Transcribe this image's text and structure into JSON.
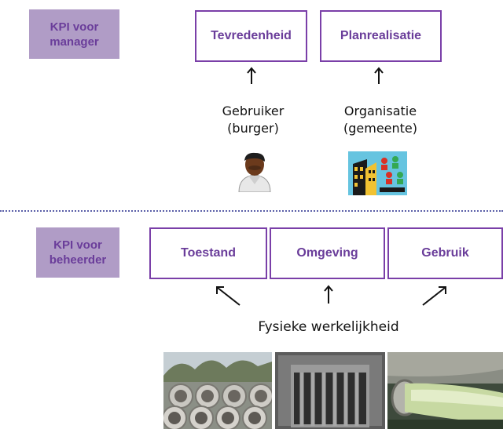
{
  "top": {
    "role_label": "KPI voor manager",
    "kpis": [
      "Tevredenheid",
      "Planrealisatie"
    ],
    "user_caption_line1": "Gebruiker",
    "user_caption_line2": "(burger)",
    "org_caption_line1": "Organisatie",
    "org_caption_line2": "(gemeente)",
    "icons": [
      "person-icon",
      "organisation-icon"
    ]
  },
  "bottom": {
    "role_label": "KPI voor beheerder",
    "kpis": [
      "Toestand",
      "Omgeving",
      "Gebruik"
    ],
    "caption": "Fysieke werkelijkheid",
    "photos": [
      "concrete-pipes-photo",
      "drain-grate-photo",
      "pipe-outflow-photo"
    ]
  },
  "colors": {
    "label_fill": "#b09cc6",
    "label_text": "#6a3d9a",
    "box_border": "#7a3fa8",
    "divider": "#5a5fa8"
  }
}
